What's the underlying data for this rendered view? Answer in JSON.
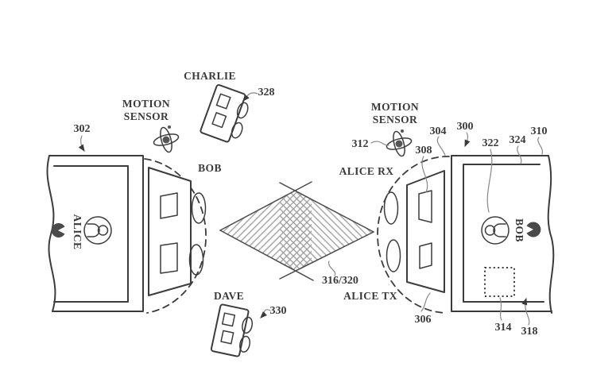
{
  "palette": {
    "ink": "#3c3c3c",
    "hatch_light": "#9a9a9a",
    "hatch_dense": "#6f6f6f",
    "marker_fill": "#4a4a4a"
  },
  "devices": {
    "left": {
      "ref": "302",
      "user": "ALICE",
      "panel_facing": "BOB"
    },
    "right": {
      "ref": "300",
      "user": "BOB",
      "refs": {
        "arc": "304",
        "panel": "306",
        "rx_rect": "308",
        "edge": "310",
        "user_icon": "322",
        "bezel": "324",
        "touch_area": "314",
        "bottom_edge": "318"
      },
      "panel_labels": {
        "rx": "ALICE RX",
        "tx": "ALICE TX"
      }
    }
  },
  "sensors": {
    "label_line1": "MOTION",
    "label_line2": "SENSOR",
    "right_ref": "312"
  },
  "beam": {
    "ref": "316/320"
  },
  "bystanders": {
    "charlie": {
      "name": "CHARLIE",
      "ref": "328"
    },
    "dave": {
      "name": "DAVE",
      "ref": "330"
    }
  }
}
